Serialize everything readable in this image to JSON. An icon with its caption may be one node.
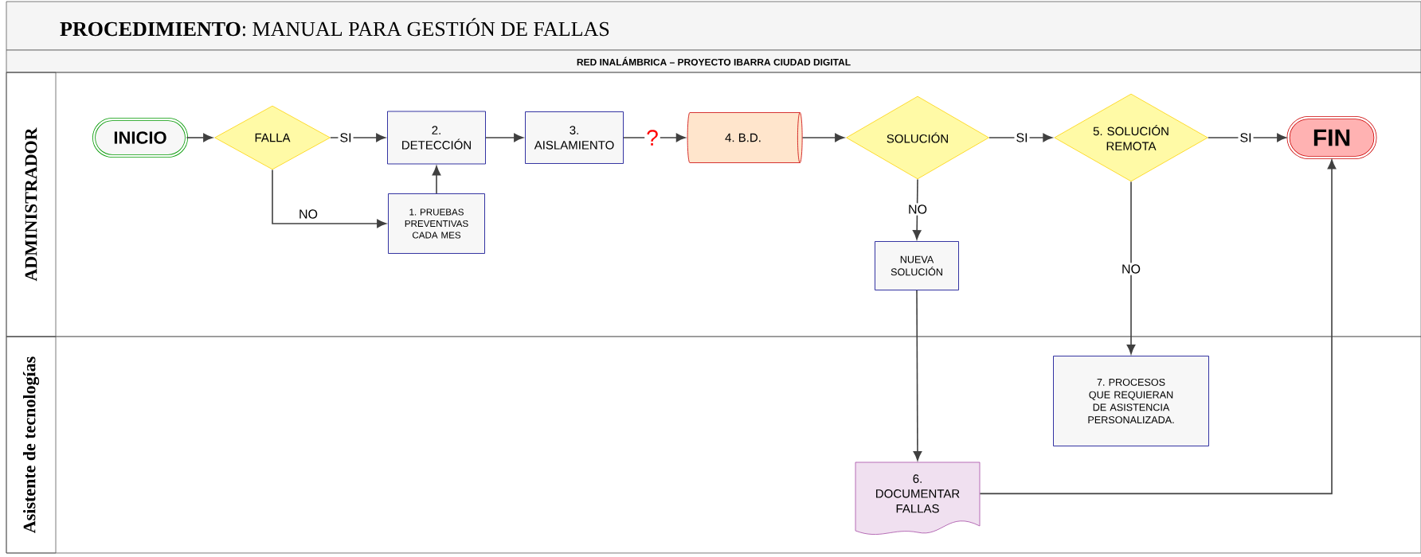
{
  "diagram": {
    "title": "**PROCEDIMIENTO**: MANUAL PARA GESTIÓN DE FALLAS",
    "nodes": [
      {
        "text": [
          "ADMINISTRADOR"
        ]
      },
      {
        "text": [
          "Asistente de tecnologías"
        ]
      },
      {
        "text": [
          "INICIO"
        ],
        "in": 0
      },
      {
        "text": [
          "FALLA"
        ],
        "in": 0
      },
      {
        "text": [
          "2. DETECCIÓN"
        ],
        "in": 0
      },
      {
        "text": [
          "1. PRUEBAS PREVENTIVAS CADA MES"
        ],
        "in": 0
      },
      {
        "text": [
          "3. AISLAMIENTO"
        ],
        "in": 0
      },
      {
        "text": [
          "4. B.D."
        ],
        "in": 0
      },
      {
        "text": [
          "SOLUCIÓN"
        ],
        "in": 0
      },
      {
        "text": [
          "5. SOLUCIÓN REMOTA"
        ],
        "in": 0
      },
      {
        "text": [
          "FIN"
        ],
        "in": 0
      },
      {
        "text": [
          "NUEVA SOLUCIÓN"
        ],
        "in": 0
      },
      {
        "text": [
          "7. PROCESOS QUE REQUIERAN DE ASISTENCIA PERSONALIZADA."
        ],
        "in": 1
      },
      {
        "text": [
          "6. DOCUMENTAR FALLAS"
        ],
        "in": 1
      }
    ],
    "edges": [
      {
        "from": 2,
        "to": 3,
        "arrow": "to"
      },
      {
        "from": 3,
        "to": 4,
        "arrow": "to",
        "label": "SI"
      },
      {
        "from": 3,
        "to": 5,
        "arrow": "to",
        "label": "NO"
      },
      {
        "from": 5,
        "to": 4,
        "arrow": "to"
      },
      {
        "from": 4,
        "to": 6,
        "arrow": "to"
      },
      {
        "from": 6,
        "to": 7,
        "arrow": "to",
        "label": "?"
      },
      {
        "from": 7,
        "to": 8,
        "arrow": "to"
      },
      {
        "from": 8,
        "to": 9,
        "arrow": "to",
        "label": "SI"
      },
      {
        "from": 9,
        "to": 10,
        "arrow": "to",
        "label": "SI"
      },
      {
        "from": 8,
        "to": 11,
        "arrow": "to",
        "label": "NO"
      },
      {
        "from": 9,
        "to": 12,
        "arrow": "to",
        "label": "NO"
      },
      {
        "from": 11,
        "to": 13,
        "arrow": "to"
      },
      {
        "from": 13,
        "to": 10,
        "arrow": "to"
      }
    ],
    "labels": [
      "RED INALÁMBRICA – PROYECTO IBARRA CIUDAD DIGITAL"
    ]
  }
}
